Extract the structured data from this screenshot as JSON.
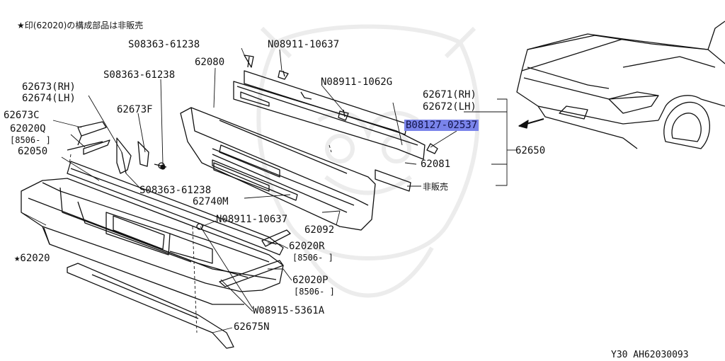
{
  "note": "★印(62020)の構成部品は非販売",
  "footer": "Y30  AH62030093",
  "labels": {
    "s_08363_61238_top": "S08363-61238",
    "n_08911_10637_top": "N08911-10637",
    "p_62080": "62080",
    "s_08363_61238_mid": "S08363-61238",
    "n_08911_1062g": "N08911-1062G",
    "p_62673_rh": "62673(RH)",
    "p_62674_lh": "62674(LH)",
    "p_62673f": "62673F",
    "p_62671_rh": "62671(RH)",
    "p_62672_lh": "62672(LH)",
    "p_62673c": "62673C",
    "p_62020q": "62020Q",
    "p_8506_a": "[8506-  ]",
    "p_62050": "62050",
    "b_08127_02537": "B08127-02537",
    "p_62650": "62650",
    "p_62081": "62081",
    "s_08363_61238_low": "S08363-61238",
    "hibanbai": "非販売",
    "p_62740m": "62740M",
    "n_08911_10637_low": "N08911-10637",
    "p_62092": "62092",
    "p_62020r": "62020R",
    "p_8506_b": "[8506-  ]",
    "p_62020": "★62020",
    "p_62020p": "62020P",
    "p_8506_c": "[8506-  ]",
    "w_08915_5361a": "W08915-5361A",
    "p_62675n": "62675N"
  },
  "colors": {
    "ink": "#111111",
    "highlight": "#7a84ea",
    "watermark": "#e9e9e9"
  }
}
